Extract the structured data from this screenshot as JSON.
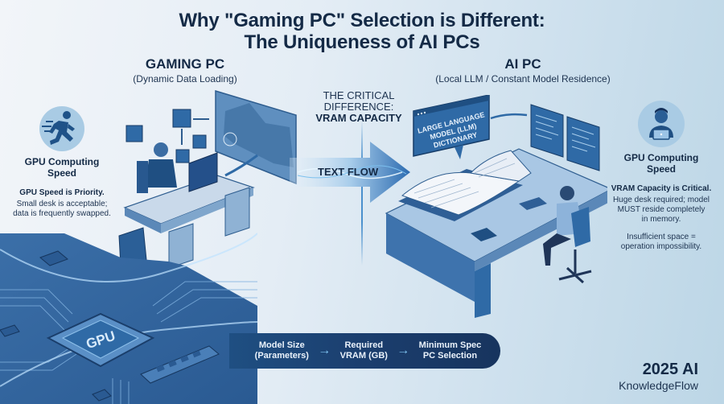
{
  "title": {
    "line1": "Why \"Gaming PC\" Selection is Different:",
    "line2": "The Uniqueness of AI PCs"
  },
  "gaming_pc": {
    "heading": "GAMING PC",
    "subheading": "(Dynamic Data Loading)",
    "icon": "running-person-icon",
    "metric_label_line1": "GPU Computing",
    "metric_label_line2": "Speed",
    "priority": "GPU Speed is Priority.",
    "description_line1": "Small desk is acceptable;",
    "description_line2": "data is frequently swapped."
  },
  "ai_pc": {
    "heading": "AI PC",
    "subheading": "(Local LLM / Constant Model Residence)",
    "icon": "person-laptop-icon",
    "metric_label_line1": "GPU Computing",
    "metric_label_line2": "Speed",
    "priority": "VRAM Capacity is Critical.",
    "description_line1": "Huge desk required; model",
    "description_line2": "MUST reside completely",
    "description_line3": "in memory.",
    "note_line1": "Insufficient space =",
    "note_line2": "operation impossibility."
  },
  "critical_difference": {
    "line1": "THE CRITICAL",
    "line2": "DIFFERENCE:",
    "line3": "VRAM CAPACITY"
  },
  "flow": {
    "label": "TEXT FLOW"
  },
  "llm_sign": {
    "line1": "LARGE LANGUAGE",
    "line2": "MODEL (LLM)",
    "line3": "DICTIONARY"
  },
  "gpu_chip": {
    "label": "GPU"
  },
  "pipeline": {
    "steps": [
      {
        "line1": "Model Size",
        "line2": "(Parameters)"
      },
      {
        "line1": "Required",
        "line2": "VRAM (GB)"
      },
      {
        "line1": "Minimum Spec",
        "line2": "PC Selection"
      }
    ],
    "arrow": "→"
  },
  "brand": {
    "year": "2025 AI",
    "name": "KnowledgeFlow"
  },
  "colors": {
    "title": "#142a46",
    "accent_blue": "#2f6aa6",
    "icon_circle": "#a9cbe4",
    "pill_bg": "#1b3e6e",
    "glow": "#7cc0ee"
  }
}
